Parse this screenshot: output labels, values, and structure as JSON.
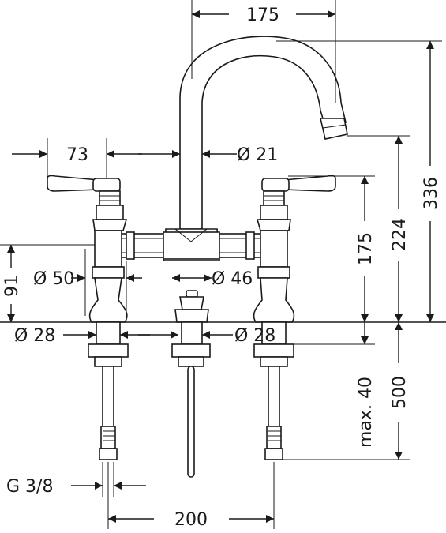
{
  "dimensions": {
    "spout_reach": "175",
    "handle_offset": "73",
    "spout_diameter": "Ø 21",
    "total_height": "336",
    "spout_height": "224",
    "body_height": "175",
    "base_height": "91",
    "body_diameter": "Ø 50",
    "center_diameter": "Ø 46",
    "left_shank_diameter": "Ø 28",
    "right_shank_diameter": "Ø 28",
    "deck_thickness": "max. 40",
    "hose_length": "500",
    "connection_thread": "G 3/8",
    "center_distance": "200"
  },
  "colors": {
    "line": "#1a1a1a",
    "background": "#ffffff"
  }
}
